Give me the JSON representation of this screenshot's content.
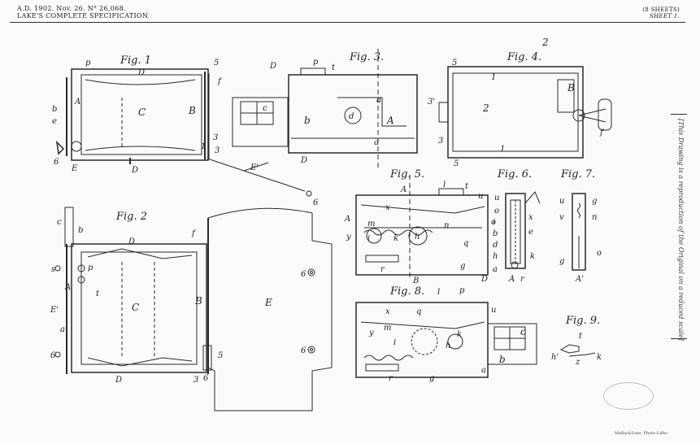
{
  "header": {
    "date_line": "A.D. 1902. Nov. 26. N° 26,068.",
    "title": "LAKE'S COMPLETE SPECIFICATION.",
    "sheets": "(8 SHEETS)",
    "sheet": "SHEET 1."
  },
  "sheet_number": "2",
  "side_note": "[This Drawing is a reproduction of the Original on a reduced scale]",
  "printer_note": "Malby&Sons, Photo-Litho",
  "figures": {
    "fig1": {
      "title": "Fig. 1",
      "labels": [
        "p",
        "D",
        "5",
        "f",
        "A",
        "b",
        "e",
        "C",
        "B",
        "1",
        "3",
        "3",
        "6",
        "E",
        "D",
        "E'",
        "6"
      ]
    },
    "fig2": {
      "title": "Fig. 2",
      "labels": [
        "c",
        "b",
        "f",
        "D",
        "s",
        "p",
        "A",
        "t",
        "C",
        "B",
        "E'",
        "E",
        "a",
        "6",
        "6",
        "D",
        "5",
        "3",
        "6",
        "6"
      ]
    },
    "fig3": {
      "title": "Fig. 3.",
      "labels": [
        "D",
        "p",
        "t",
        "c",
        "a",
        "b",
        "d",
        "A",
        "a",
        "D"
      ]
    },
    "fig4": {
      "title": "Fig. 4.",
      "labels": [
        "5",
        "1",
        "B",
        "3'",
        "2",
        "f",
        "3",
        "1",
        "5"
      ]
    },
    "fig5": {
      "title": "Fig. 5.",
      "labels": [
        "A",
        "l",
        "t",
        "u",
        "x",
        "A",
        "m",
        "y",
        "i",
        "k",
        "h",
        "n",
        "o",
        "q",
        "B",
        "r",
        "g",
        "D"
      ]
    },
    "fig6": {
      "title": "Fig. 6.",
      "labels": [
        "u",
        "o",
        "i",
        "b",
        "d",
        "h",
        "a",
        "x",
        "e",
        "k",
        "A",
        "r"
      ]
    },
    "fig7": {
      "title": "Fig. 7.",
      "labels": [
        "u",
        "v",
        "n",
        "g",
        "o",
        "A'"
      ]
    },
    "fig8": {
      "title": "Fig. 8.",
      "labels": [
        "l",
        "p",
        "x",
        "q",
        "u",
        "y",
        "m",
        "i",
        "k",
        "h",
        "c",
        "b",
        "r",
        "g",
        "a"
      ]
    },
    "fig9": {
      "title": "Fig. 9.",
      "labels": [
        "t",
        "h'",
        "z",
        "k"
      ]
    }
  }
}
